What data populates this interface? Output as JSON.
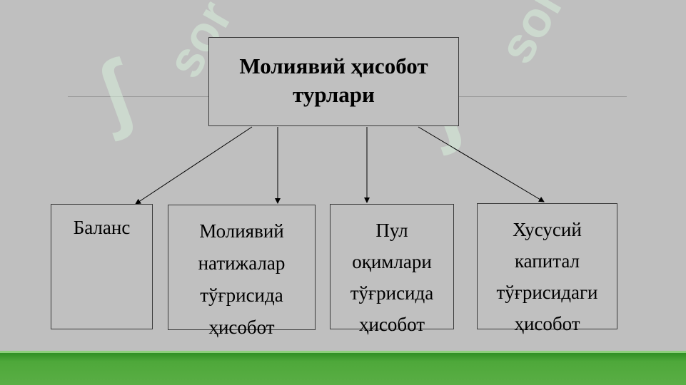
{
  "diagram": {
    "title": "Молиявий ҳисобот\nтурлари",
    "children": [
      {
        "label": "Баланс"
      },
      {
        "label": "Молиявий\nнатижалар\nтўғрисида\nҳисобот"
      },
      {
        "label": "Пул\nоқимлари\nтўғрисида\nҳисобот"
      },
      {
        "label": "Хусусий\nкапитал\nтўғрисидаги\nҳисобот"
      }
    ]
  },
  "watermark": {
    "glyph": "ʃ",
    "text": "sor"
  },
  "colors": {
    "background": "#bfbfbf",
    "band": "#4ea83a",
    "watermark": "#d7f0dc"
  }
}
